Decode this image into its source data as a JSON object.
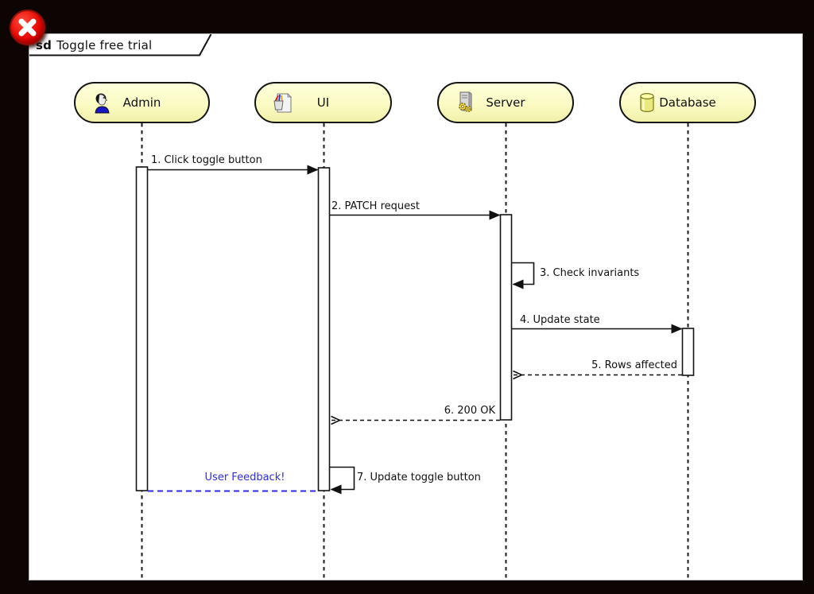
{
  "window": {
    "close_icon": "close-icon"
  },
  "frame": {
    "keyword": "sd",
    "title": "Toggle free trial"
  },
  "actors": [
    {
      "name": "Admin",
      "icon": "person-icon"
    },
    {
      "name": "UI",
      "icon": "document-pens-icon"
    },
    {
      "name": "Server",
      "icon": "server-gears-icon"
    },
    {
      "name": "Database",
      "icon": "database-cylinder-icon"
    }
  ],
  "messages": [
    {
      "seq": 1,
      "label": "1. Click toggle button",
      "from": "Admin",
      "to": "UI",
      "style": "solid"
    },
    {
      "seq": 2,
      "label": "2. PATCH request",
      "from": "UI",
      "to": "Server",
      "style": "solid"
    },
    {
      "seq": 3,
      "label": "3. Check invariants",
      "from": "Server",
      "to": "Server",
      "style": "self"
    },
    {
      "seq": 4,
      "label": "4. Update state",
      "from": "Server",
      "to": "Database",
      "style": "solid"
    },
    {
      "seq": 5,
      "label": "5. Rows affected",
      "from": "Database",
      "to": "Server",
      "style": "dashed-return"
    },
    {
      "seq": 6,
      "label": "6. 200 OK",
      "from": "Server",
      "to": "UI",
      "style": "dashed-return"
    },
    {
      "seq": 7,
      "label": "7. Update toggle button",
      "from": "UI",
      "to": "UI",
      "style": "self"
    }
  ],
  "note": {
    "label": "User Feedback!",
    "from": "UI",
    "to": "Admin",
    "style": "dashed-blue"
  },
  "colors": {
    "actor_fill": "#fbfbc4",
    "line": "#141414",
    "note_blue": "#2d2de0",
    "close_red": "#e60800",
    "canvas": "#ffffff",
    "backdrop": "#0d0504"
  }
}
